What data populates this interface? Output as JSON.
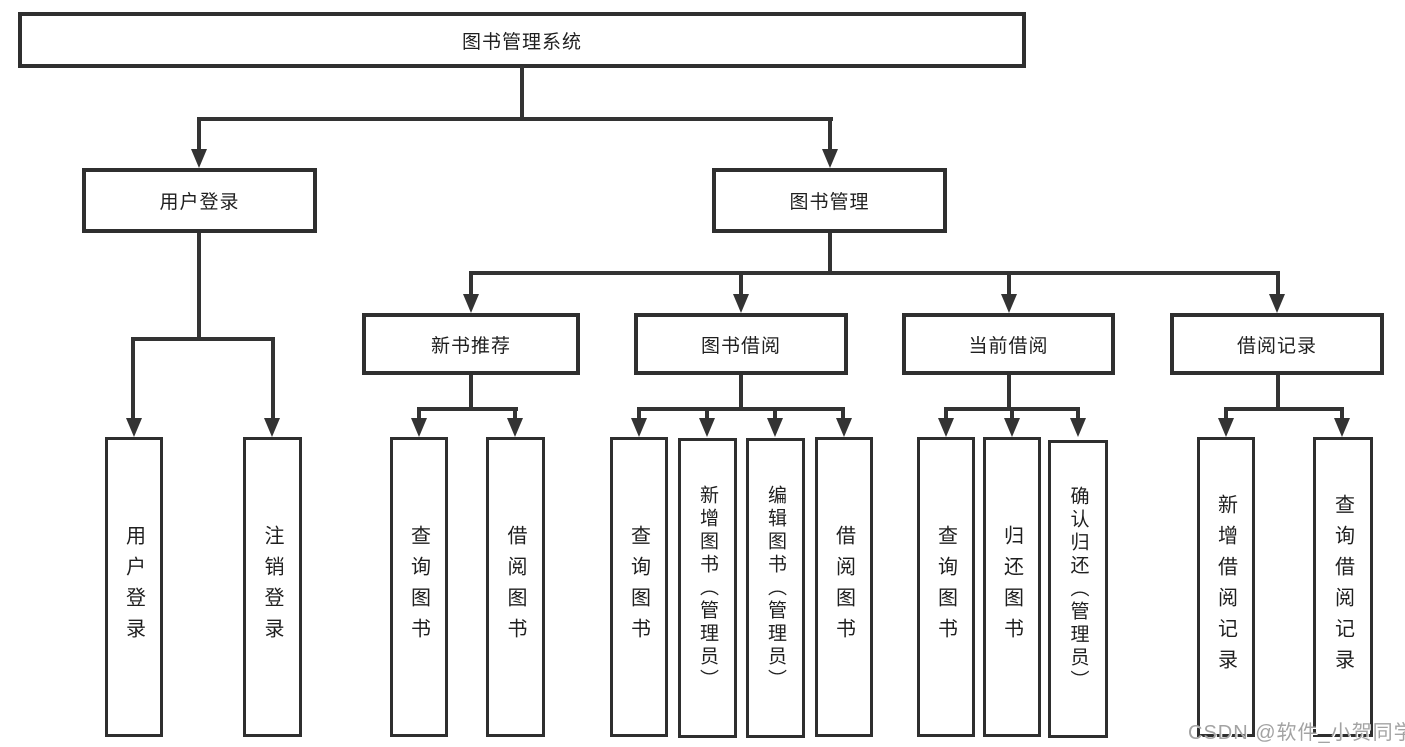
{
  "style": {
    "line_color": "#333333",
    "text_color": "#1f1f1f",
    "box_background": "#ffffff",
    "page_background": "#ffffff",
    "watermark_color": "#a3a3a3"
  },
  "watermark": {
    "text": "CSDN @软件_小贺同学"
  },
  "tree": {
    "label": "图书管理系统",
    "children": [
      {
        "label": "用户登录",
        "children": [
          {
            "label": "用户登录"
          },
          {
            "label": "注销登录"
          }
        ]
      },
      {
        "label": "图书管理",
        "children": [
          {
            "label": "新书推荐",
            "children": [
              {
                "label": "查询图书"
              },
              {
                "label": "借阅图书"
              }
            ]
          },
          {
            "label": "图书借阅",
            "children": [
              {
                "label": "查询图书"
              },
              {
                "label": "新增图书（管理员）"
              },
              {
                "label": "编辑图书（管理员）"
              },
              {
                "label": "借阅图书"
              }
            ]
          },
          {
            "label": "当前借阅",
            "children": [
              {
                "label": "查询图书"
              },
              {
                "label": "归还图书"
              },
              {
                "label": "确认归还（管理员）"
              }
            ]
          },
          {
            "label": "借阅记录",
            "children": [
              {
                "label": "新增借阅记录"
              },
              {
                "label": "查询借阅记录"
              }
            ]
          }
        ]
      }
    ]
  }
}
